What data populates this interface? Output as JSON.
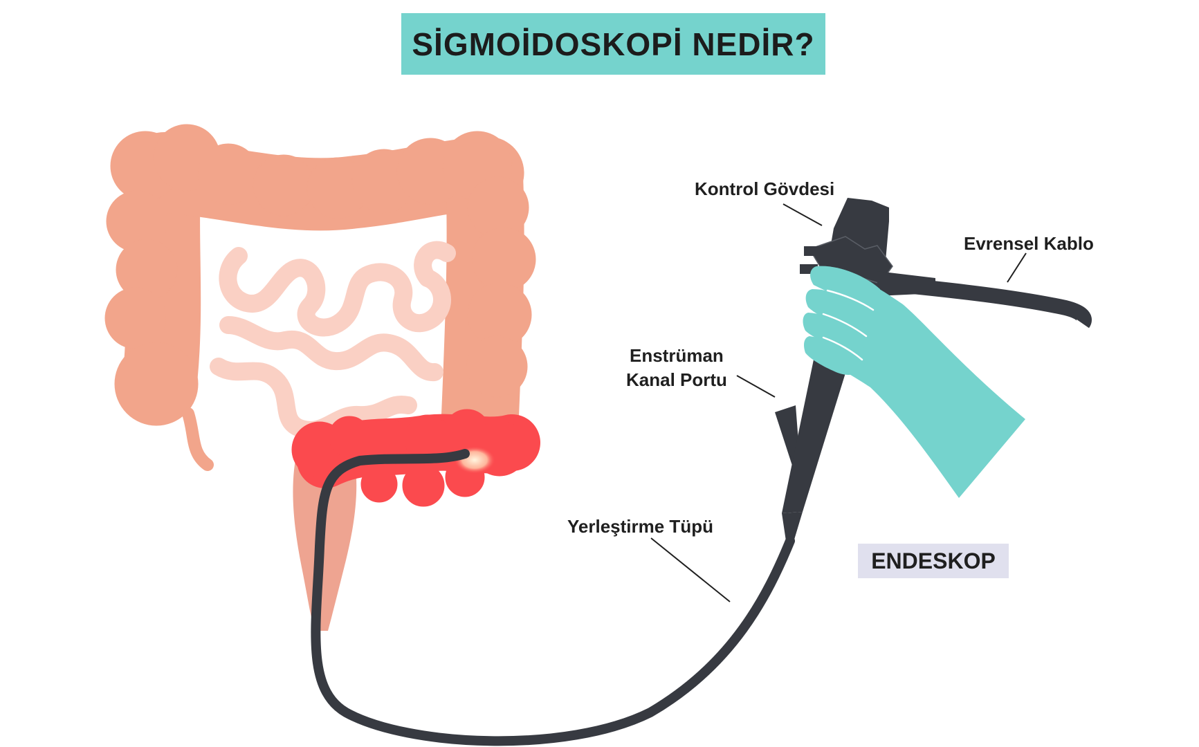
{
  "title": "SİGMOİDOSKOPİ NEDİR?",
  "labels": {
    "control_body": "Kontrol Gövdesi",
    "universal_cable": "Evrensel Kablo",
    "instrument_port_line1": "Enstrüman",
    "instrument_port_line2": "Kanal Portu",
    "insertion_tube": "Yerleştirme Tüpü"
  },
  "device_label": "ENDESKOP",
  "colors": {
    "title_background": "#75d3cd",
    "colon": "#f2a58b",
    "small_intestine": "#fad0c4",
    "sigmoid_highlight": "#fb4a4e",
    "rectum": "#eea491",
    "endoscope": "#373a41",
    "glove": "#75d3cd",
    "device_label_background": "#e0e0ee"
  }
}
